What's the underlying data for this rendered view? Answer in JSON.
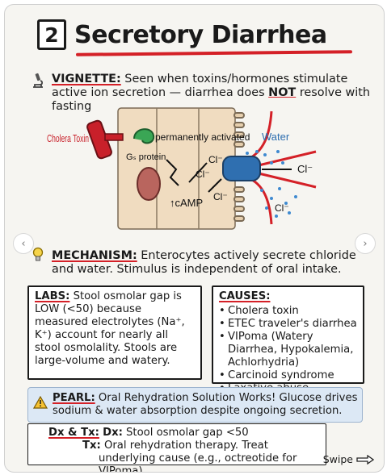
{
  "header": {
    "number": "2",
    "title": "Secretory Diarrhea"
  },
  "vignette": {
    "label": "VIGNETTE:",
    "text_a": " Seen when toxins/hormones stimulate active ion secretion — diarrhea does ",
    "text_not": "NOT",
    "text_b": " resolve with fasting"
  },
  "diagram": {
    "cholera_toxin": "Cholera Toxin",
    "perm_activated": "permanently activated",
    "gs_protein": "Gₛ protein",
    "camp": "↑cAMP",
    "cl": "Cl⁻",
    "water": "Water"
  },
  "mechanism": {
    "label": "MECHANISM:",
    "text": " Enterocytes actively secrete chloride and water.  Stimulus is independent of oral intake."
  },
  "labs": {
    "label": "LABS:",
    "text": " Stool osmolar gap is LOW (<50) because measured electrolytes (Na⁺, K⁺) account for nearly all stool osmolality. Stools are large-volume and watery."
  },
  "causes": {
    "label": "CAUSES:",
    "items": [
      "Cholera toxin",
      "ETEC traveler's diarrhea",
      "VIPoma (Watery Diarrhea, Hypokalemia, Achlorhydria)",
      "Carcinoid syndrome",
      "Laxative abuse"
    ]
  },
  "pearl": {
    "label": "PEARL:",
    "text": " Oral Rehydration Solution Works! Glucose drives sodium & water absorption despite ongoing secretion."
  },
  "dxtx": {
    "label": "Dx & Tx:",
    "dx_label": "Dx:",
    "dx": " Stool osmolar gap <50",
    "tx_label": "Tx:",
    "tx": " Oral rehydration therapy. Treat underlying cause (e.g., octreotide for VIPoma)."
  },
  "footer": {
    "swipe": "Swipe"
  },
  "colors": {
    "accent_red": "#d42027",
    "channel_blue": "#2f6fb0",
    "pearl_bg": "#dce8f5",
    "cell_tan": "#f0dcc0"
  },
  "icons": [
    "microscope-icon",
    "lightbulb-icon",
    "warning-icon",
    "clipboard-icon",
    "arrow-right-icon"
  ]
}
